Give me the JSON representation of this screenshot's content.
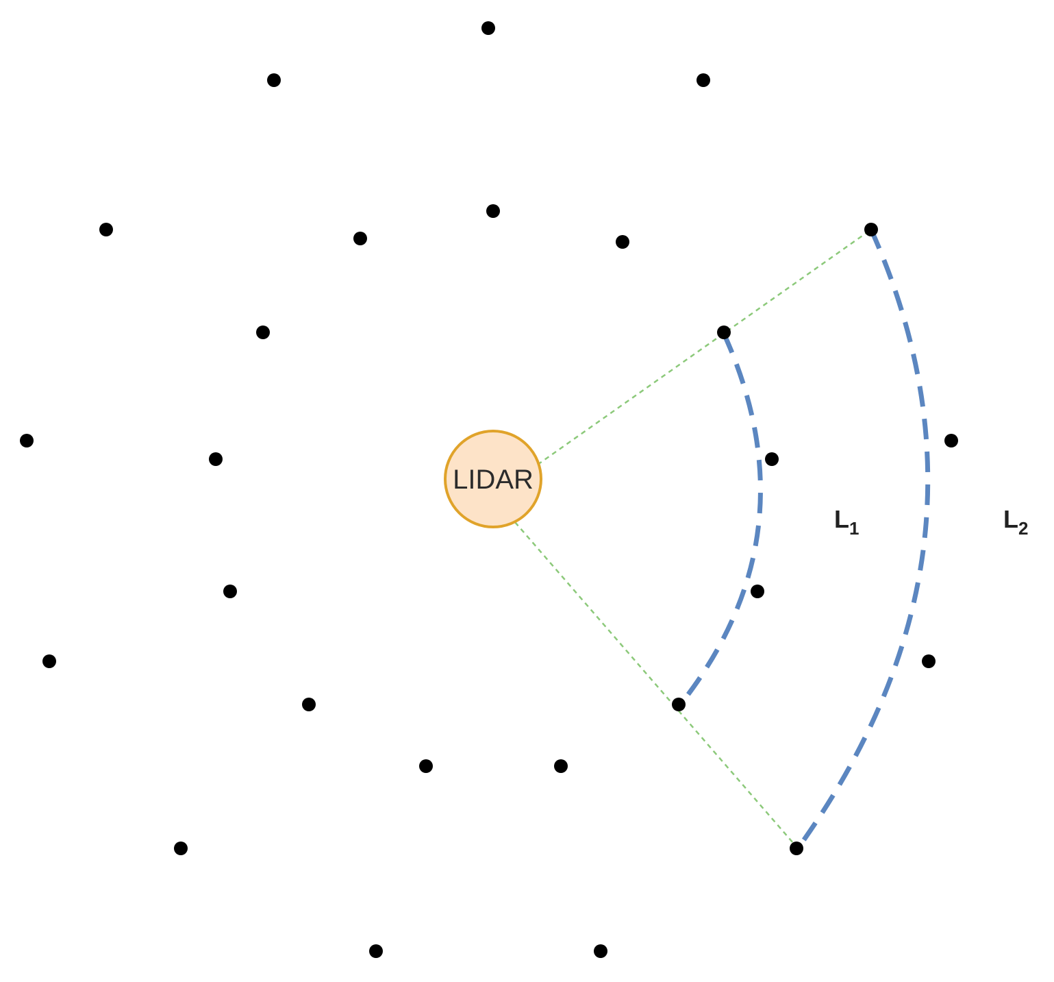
{
  "lidar": {
    "label": "LIDAR"
  },
  "layers": [
    {
      "id": "l1",
      "letter": "L",
      "subscript": "1"
    },
    {
      "id": "l2",
      "letter": "L",
      "subscript": "2"
    }
  ],
  "colors": {
    "background": "#ffffff",
    "point": "#000000",
    "lidar_fill": "#fde3c8",
    "lidar_stroke": "#e0a32a",
    "ray": "#8cc97a",
    "arc": "#5b86c0",
    "text": "#222222"
  }
}
